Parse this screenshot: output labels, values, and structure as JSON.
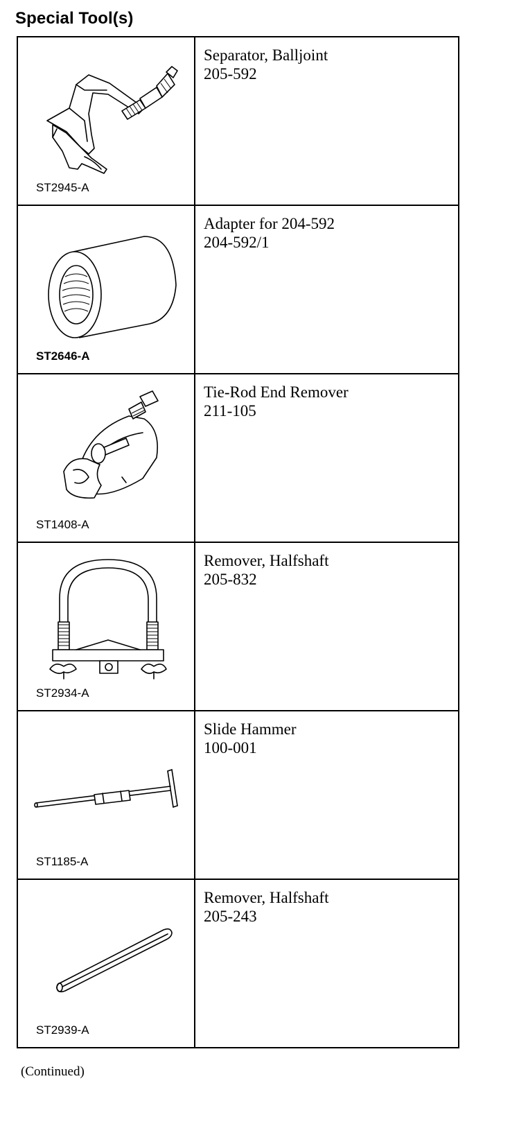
{
  "title": "Special Tool(s)",
  "tools": [
    {
      "name": "Separator, Balljoint",
      "number": "205-592",
      "code": "ST2945-A",
      "icon": "balljoint-separator-icon"
    },
    {
      "name": "Adapter for 204-592",
      "number": "204-592/1",
      "code": "ST2646-A",
      "icon": "adapter-sleeve-icon"
    },
    {
      "name": "Tie-Rod End Remover",
      "number": "211-105",
      "code": "ST1408-A",
      "icon": "tie-rod-end-remover-icon"
    },
    {
      "name": "Remover, Halfshaft",
      "number": "205-832",
      "code": "ST2934-A",
      "icon": "halfshaft-remover-clamp-icon"
    },
    {
      "name": "Slide Hammer",
      "number": "100-001",
      "code": "ST1185-A",
      "icon": "slide-hammer-icon"
    },
    {
      "name": "Remover, Halfshaft",
      "number": "205-243",
      "code": "ST2939-A",
      "icon": "halfshaft-remover-bar-icon"
    }
  ],
  "footer_note": "(Continued)"
}
